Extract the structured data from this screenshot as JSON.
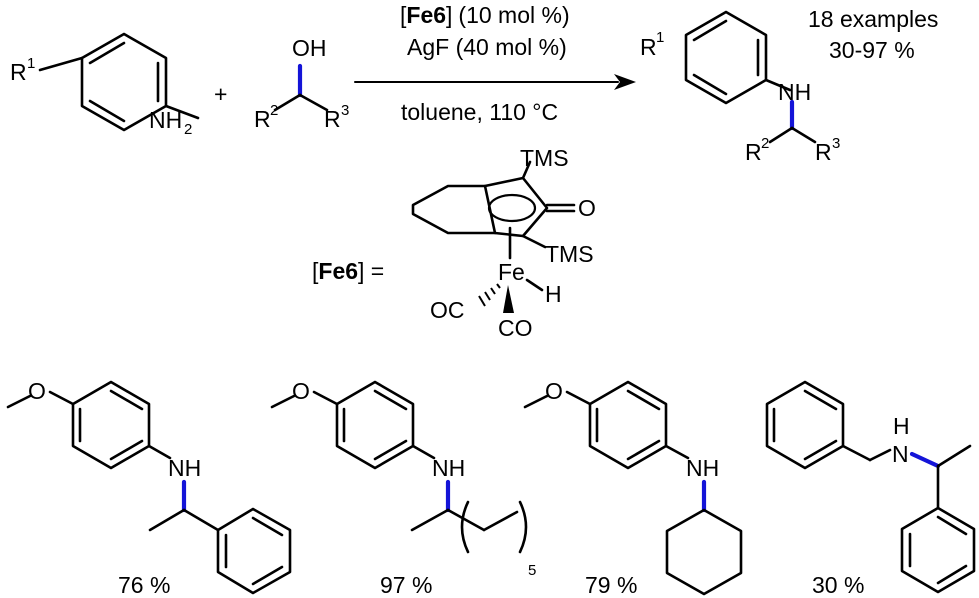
{
  "reaction": {
    "catalyst_label": "Fe6",
    "catalyst_loading": "(10 mol %)",
    "additive": "AgF (40 mol %)",
    "conditions": "toluene, 110 °C",
    "examples_count": "18 examples",
    "yield_range": "30-97 %"
  },
  "reagents": {
    "amine": {
      "r_group": "R",
      "r_index": "1",
      "amine_group": "NH",
      "amine_sub": "2"
    },
    "alcohol": {
      "hydroxyl": "OH",
      "r2": "R",
      "r2_index": "2",
      "r3": "R",
      "r3_index": "3"
    },
    "plus": "+"
  },
  "product": {
    "r_group": "R",
    "r_index": "1",
    "nh": "NH",
    "r2": "R",
    "r2_index": "2",
    "r3": "R",
    "r3_index": "3"
  },
  "catalyst_structure": {
    "label_open": "[",
    "label": "Fe6",
    "label_close": "] =",
    "tms_top": "TMS",
    "tms_bottom": "TMS",
    "carbonyl_o": "O",
    "metal": "Fe",
    "hydride": "H",
    "co_left": "OC",
    "co_bottom": "CO"
  },
  "examples": [
    {
      "nh": "NH",
      "yield": "76 %"
    },
    {
      "nh": "NH",
      "chain_repeat": "5",
      "yield": "97 %"
    },
    {
      "nh": "NH",
      "yield": "79 %"
    },
    {
      "nh": "H",
      "n": "N",
      "yield": "30 %"
    }
  ],
  "colors": {
    "new_bond": "#1414d8",
    "ink": "#000000"
  }
}
